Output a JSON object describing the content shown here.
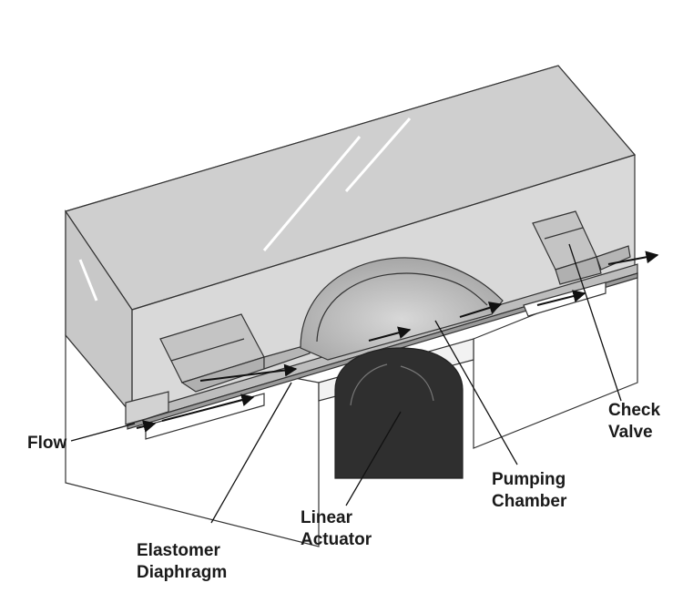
{
  "diagram": {
    "labels": {
      "flow": "Flow",
      "elastomer_line1": "Elastomer",
      "elastomer_line2": "Diaphragm",
      "actuator_line1": "Linear",
      "actuator_line2": "Actuator",
      "pumping_line1": "Pumping",
      "pumping_line2": "Chamber",
      "check_line1": "Check",
      "check_line2": "Valve"
    }
  }
}
